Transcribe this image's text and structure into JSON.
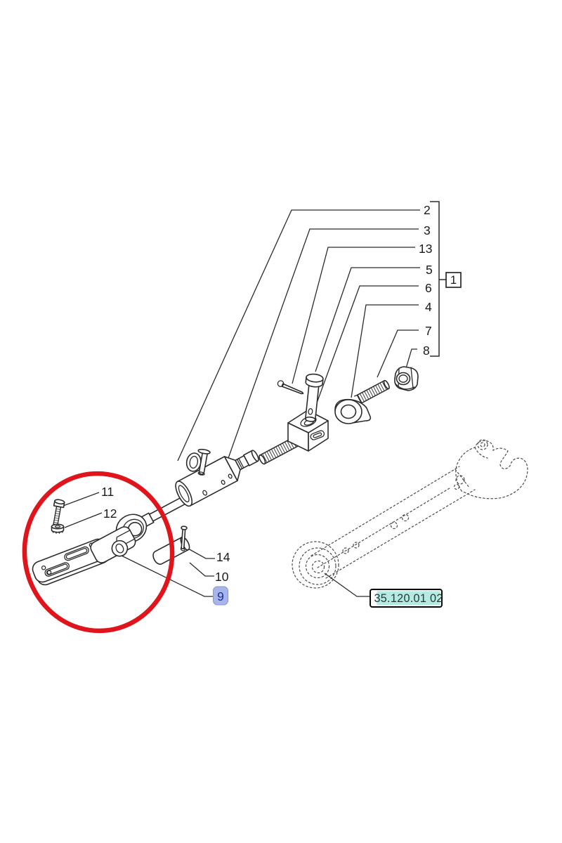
{
  "callouts": {
    "c1": "1",
    "c2": "2",
    "c3": "3",
    "c4": "4",
    "c5": "5",
    "c6": "6",
    "c7": "7",
    "c8": "8",
    "c9": "9",
    "c10": "10",
    "c11": "11",
    "c12": "12",
    "c13": "13",
    "c14": "14"
  },
  "selected_callout": "9",
  "reference_box": {
    "label": "35.120.01 02"
  },
  "colors": {
    "line": "#2b2b2b",
    "dashed_line": "#4b4b4b",
    "red_annotation_circle": "#e0151b",
    "selected_callout_bg": "#a9b5e8",
    "selected_callout_text": "#1c2f9f",
    "reference_highlight_bg": "#b5eae2",
    "reference_box_border": "#0a0a0a",
    "number_text": "#1a1a1a"
  }
}
